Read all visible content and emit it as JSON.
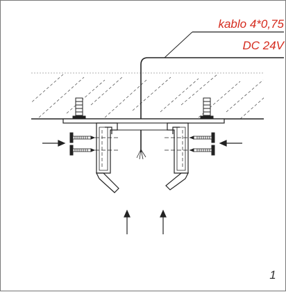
{
  "labels": {
    "cable_line1": "kablo 4*0,75",
    "cable_line2": "DC 24V",
    "page_number": "1"
  },
  "colors": {
    "label_red": "#d52b1e",
    "line": "#222222"
  }
}
